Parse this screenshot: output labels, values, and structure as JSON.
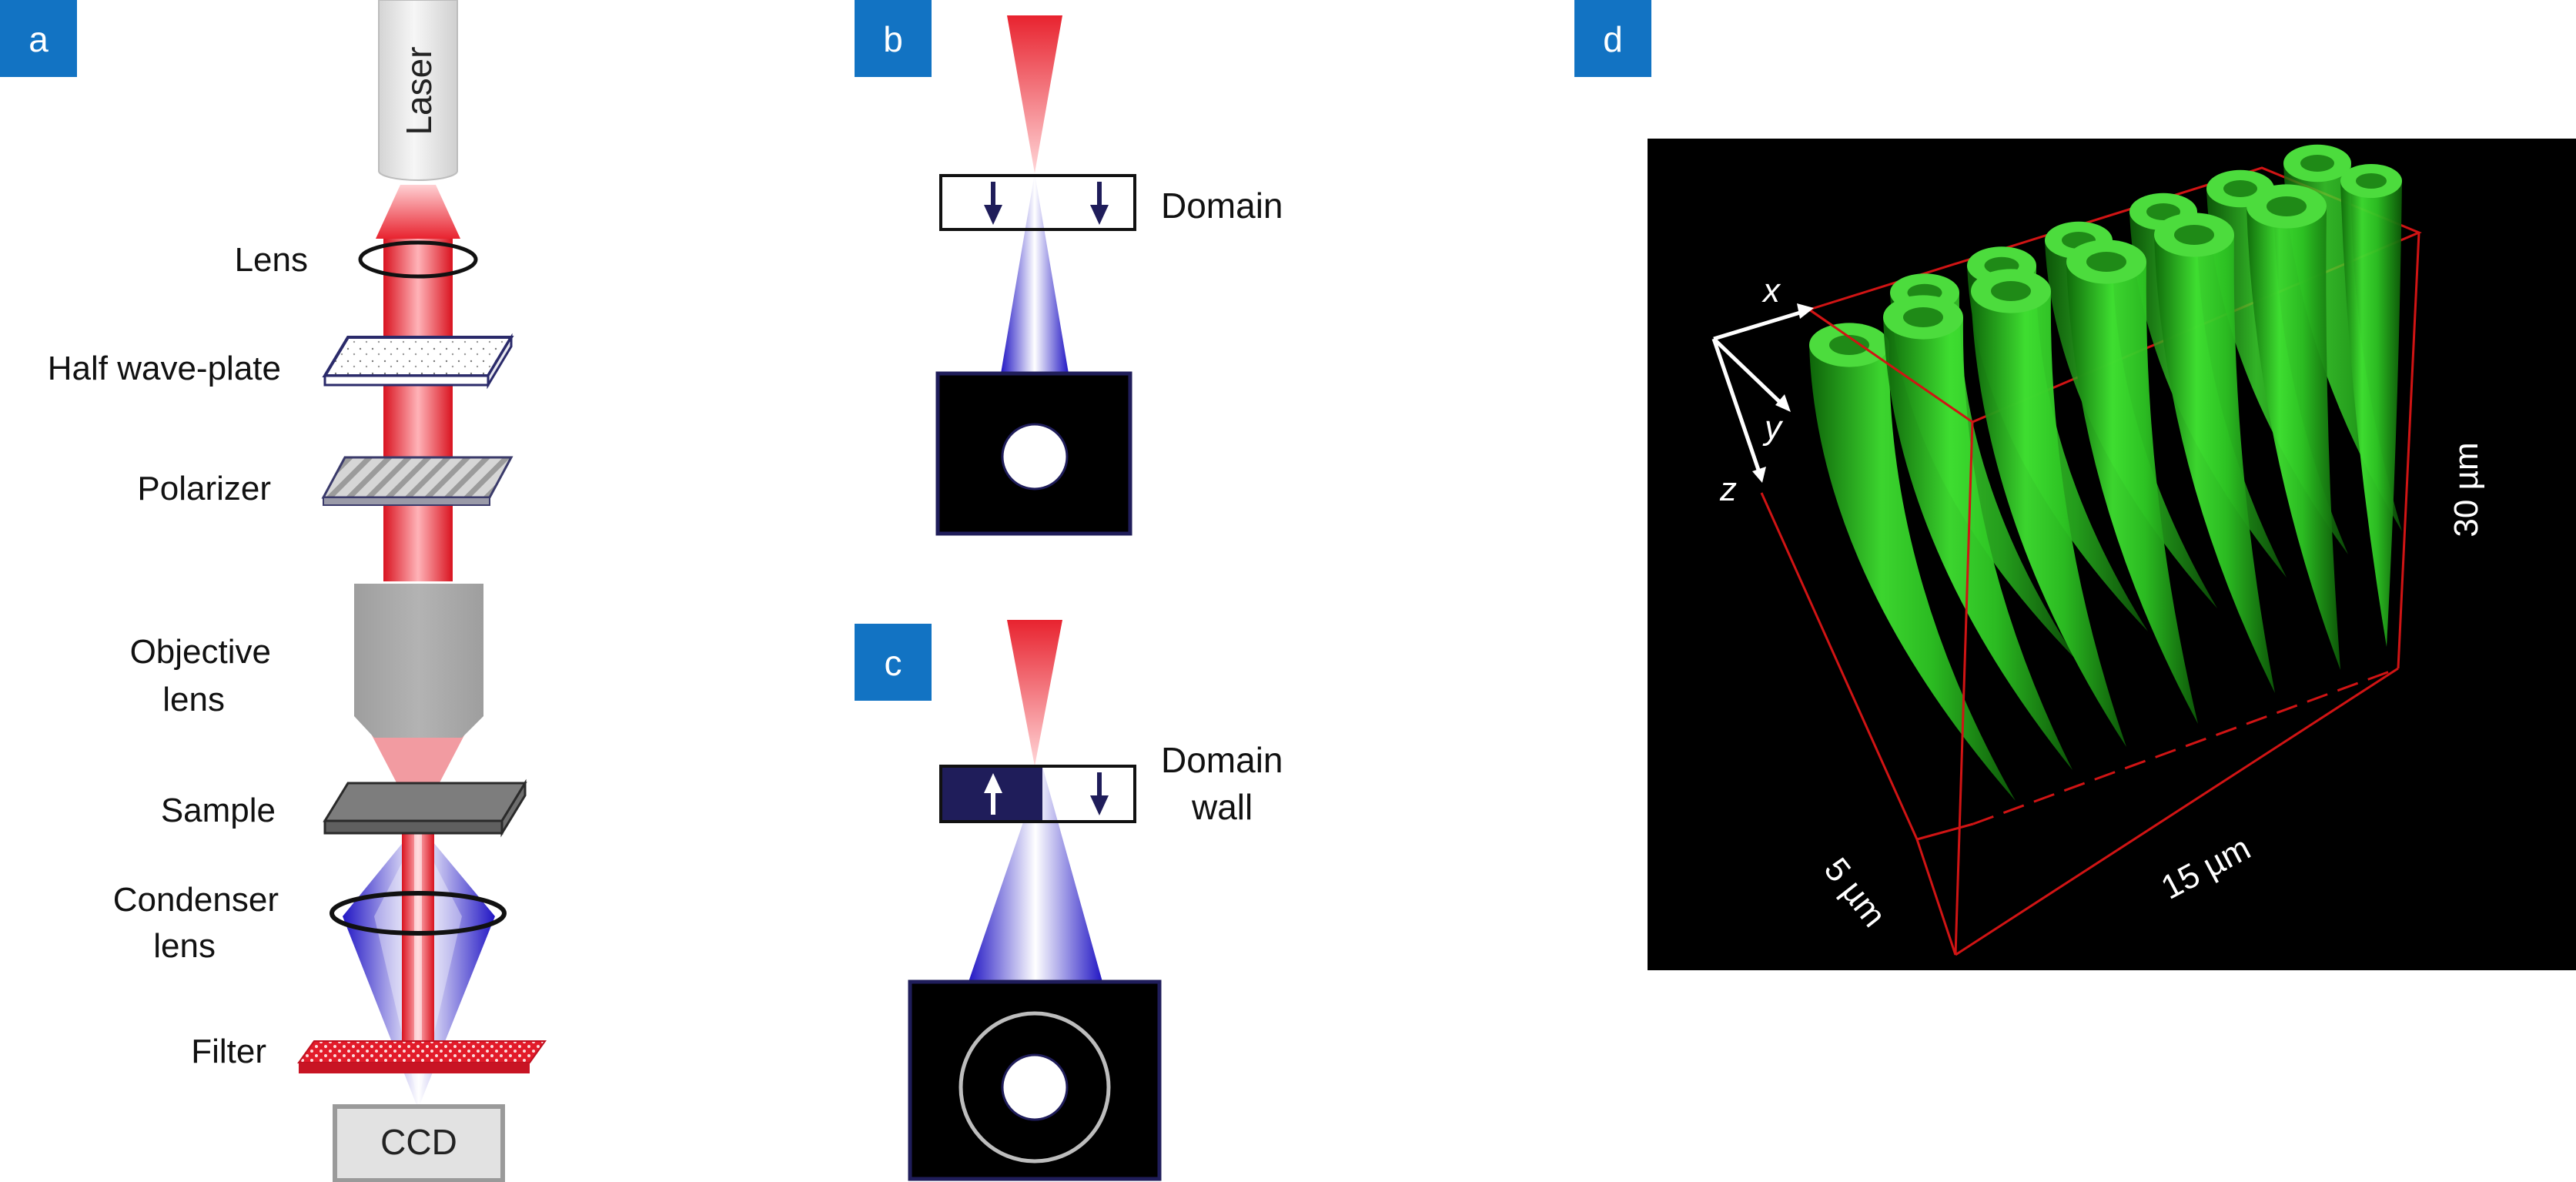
{
  "panels": {
    "a": {
      "tag": "a",
      "laser": "Laser",
      "labels": {
        "lens": "Lens",
        "half_wave_plate": "Half wave-plate",
        "polarizer": "Polarizer",
        "objective_1": "Objective",
        "objective_2": "lens",
        "sample": "Sample",
        "condenser_1": "Condenser",
        "condenser_2": "lens",
        "filter": "Filter"
      },
      "ccd": "CCD"
    },
    "b": {
      "tag": "b",
      "domain": "Domain"
    },
    "c": {
      "tag": "c",
      "domain_1": "Domain",
      "domain_2": "wall"
    },
    "d": {
      "tag": "d",
      "axis_x": "x",
      "axis_y": "y",
      "axis_z": "z",
      "dim_depth": "5 µm",
      "dim_width": "15 µm",
      "dim_height": "30 µm"
    }
  },
  "colors": {
    "tag_bg": "#1273c3",
    "beam_red": "#e8232f",
    "beam_blue": "#2d22c8",
    "domain_navy": "#1f1d5a",
    "volume_green": "#35e02a",
    "bbox_red": "#d01414"
  }
}
